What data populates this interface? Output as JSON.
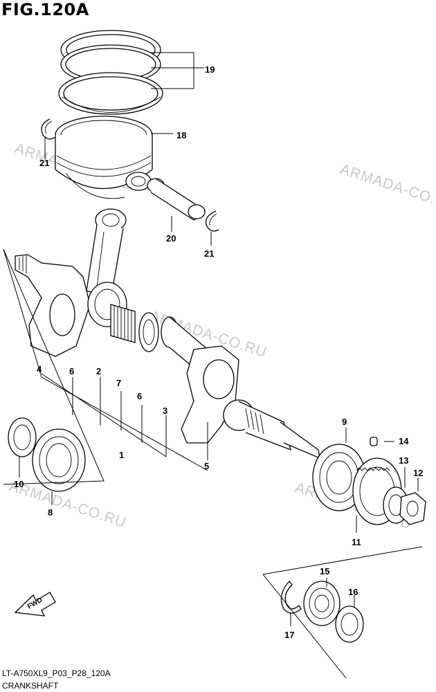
{
  "figure": {
    "title": "FIG.120A",
    "code": "LT-A750XL9_P03_P28_120A",
    "name": "CRANKSHAFT",
    "fwd_label": "FWD"
  },
  "watermark": "ARMADA-CO.RU",
  "callouts": [
    "1",
    "2",
    "3",
    "4",
    "5",
    "6",
    "6",
    "7",
    "8",
    "9",
    "10",
    "11",
    "12",
    "13",
    "14",
    "15",
    "16",
    "17",
    "18",
    "19",
    "20",
    "21",
    "21"
  ]
}
